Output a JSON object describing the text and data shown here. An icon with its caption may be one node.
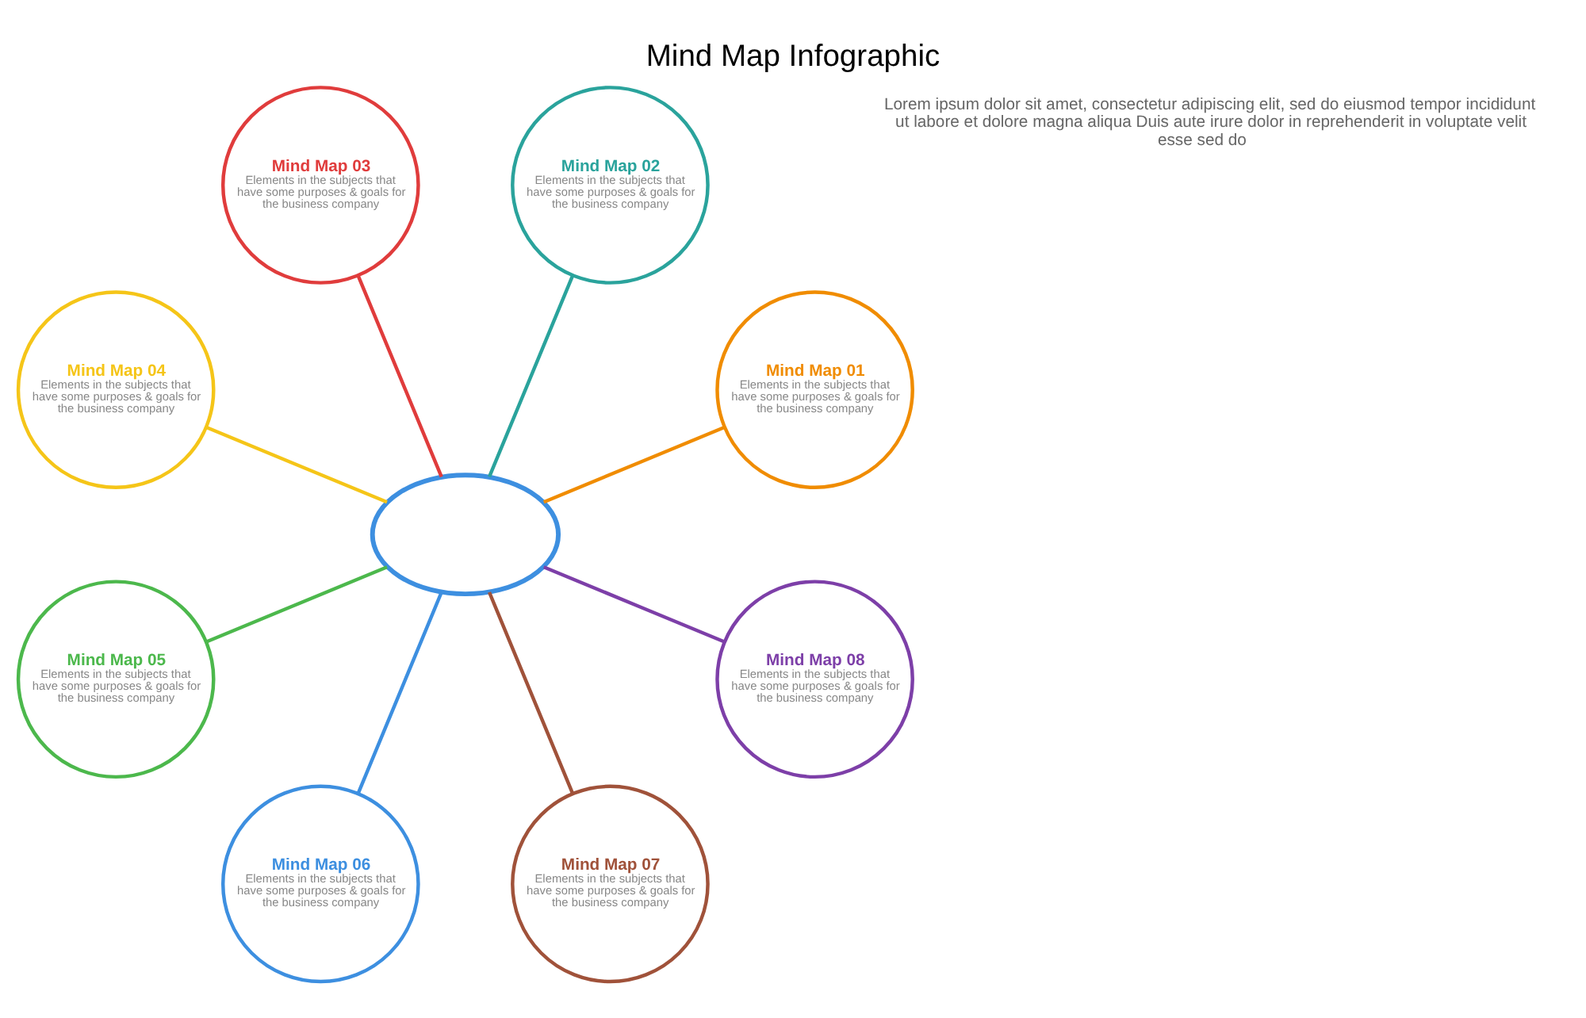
{
  "diagram": {
    "title": "Mind Map Infographic",
    "nodes": [
      {
        "text": [],
        "shape": "ellipse"
      },
      {
        "text": [
          "Mind Map 01",
          "Elements in the subjects that have some purposes & goals for the business company"
        ]
      },
      {
        "text": [
          "Mind Map 02",
          "Elements in the subjects that have some purposes & goals for the business company"
        ]
      },
      {
        "text": [
          "Mind Map 03",
          "Elements in the subjects that have some purposes & goals for the business company"
        ]
      },
      {
        "text": [
          "Mind Map 04",
          "Elements in the subjects that have some purposes & goals for the business company"
        ]
      },
      {
        "text": [
          "Mind Map 05",
          "Elements in the subjects that have some purposes & goals for the business company"
        ]
      },
      {
        "text": [
          "Mind Map 06",
          "Elements in the subjects that have some purposes & goals for the business company"
        ]
      },
      {
        "text": [
          "Mind Map 07",
          "Elements in the subjects that have some purposes & goals for the business company"
        ]
      },
      {
        "text": [
          "Mind Map 08",
          "Elements in the subjects that have some purposes & goals for the business company"
        ]
      }
    ],
    "edges": [
      {
        "from": 0,
        "to": 1,
        "arrow": "none",
        "color": "#f08c00"
      },
      {
        "from": 0,
        "to": 2,
        "arrow": "none",
        "color": "#2aa39c"
      },
      {
        "from": 0,
        "to": 3,
        "arrow": "none",
        "color": "#e03c3c"
      },
      {
        "from": 0,
        "to": 4,
        "arrow": "none",
        "color": "#f5c518"
      },
      {
        "from": 0,
        "to": 5,
        "arrow": "none",
        "color": "#4cb84c"
      },
      {
        "from": 0,
        "to": 6,
        "arrow": "none",
        "color": "#3d8fe0"
      },
      {
        "from": 0,
        "to": 7,
        "arrow": "none",
        "color": "#a0523a"
      },
      {
        "from": 0,
        "to": 8,
        "arrow": "none",
        "color": "#7d3fa8"
      }
    ],
    "labels": [
      "Lorem ipsum dolor sit amet, consectetur adipiscing elit, sed do eiusmod tempor incididunt ut labore et dolore magna aliqua Duis aute irure dolor in reprehenderit in voluptate velit esse sed do"
    ]
  }
}
